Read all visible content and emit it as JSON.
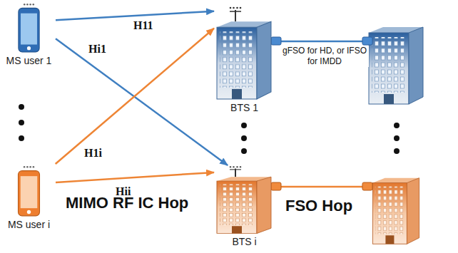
{
  "diagram": {
    "nodes": [
      {
        "text": [
          "MS user 1"
        ]
      },
      {
        "text": [
          "MS user i"
        ]
      },
      {
        "text": [
          "BTS 1"
        ]
      },
      {
        "text": [
          "BTS i"
        ]
      }
    ],
    "edges": [
      {
        "from": 0,
        "to": 2,
        "arrow": "to",
        "label": "H11"
      },
      {
        "from": 0,
        "to": 3,
        "arrow": "to",
        "label": "Hi1"
      },
      {
        "from": 1,
        "to": 2,
        "arrow": "to",
        "label": "H1i"
      },
      {
        "from": 1,
        "to": 3,
        "arrow": "to",
        "label": "Hii"
      }
    ],
    "labels": [
      "gFSO for HD, or IFSO for IMDD",
      "MIMO RF IC Hop",
      "FSO Hop"
    ]
  }
}
